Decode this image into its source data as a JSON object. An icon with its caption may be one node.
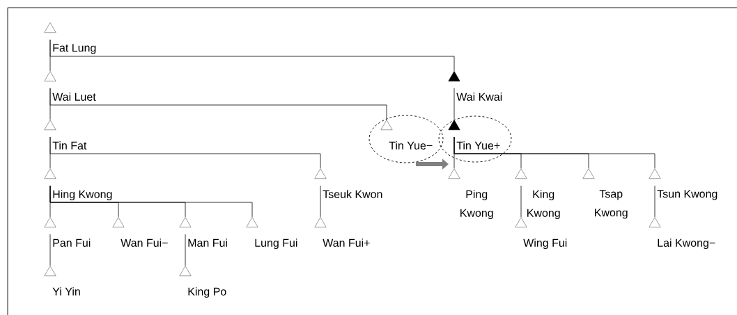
{
  "diagram": {
    "nodes": [
      {
        "text": [
          "Fat Lung"
        ]
      },
      {
        "text": [
          "Wai Luet"
        ]
      },
      {
        "text": [
          "Wai Kwai"
        ]
      },
      {
        "text": [
          "Tin Fat"
        ]
      },
      {
        "text": [],
        "shape": "ellipse"
      },
      {
        "text": [
          "Tin Yue−"
        ],
        "in": 4
      },
      {
        "text": [],
        "shape": "ellipse"
      },
      {
        "text": [
          "Tin Yue+"
        ],
        "in": 6
      },
      {
        "text": [
          "Hing Kwong"
        ]
      },
      {
        "text": [
          "Tseuk Kwon"
        ]
      },
      {
        "text": [
          "Ping Kwong"
        ]
      },
      {
        "text": [
          "King Kwong"
        ]
      },
      {
        "text": [
          "Tsap Kwong"
        ]
      },
      {
        "text": [
          "Tsun Kwong"
        ]
      },
      {
        "text": [
          "Pan Fui"
        ]
      },
      {
        "text": [
          "Wan Fui−"
        ]
      },
      {
        "text": [
          "Man Fui"
        ]
      },
      {
        "text": [
          "Lung Fui"
        ]
      },
      {
        "text": [
          "Wan Fui+"
        ]
      },
      {
        "text": [
          "Wing Fui"
        ]
      },
      {
        "text": [
          "Lai Kwong−"
        ]
      },
      {
        "text": [
          "Yi Yin"
        ]
      },
      {
        "text": [
          "King Po"
        ]
      }
    ],
    "edges": [
      {
        "from": 0,
        "to": 1,
        "arrow": "none"
      },
      {
        "from": 0,
        "to": 2,
        "arrow": "none"
      },
      {
        "from": 1,
        "to": 3,
        "arrow": "none"
      },
      {
        "from": 1,
        "to": 5,
        "arrow": "none"
      },
      {
        "from": 2,
        "to": 7,
        "arrow": "none"
      },
      {
        "from": 3,
        "to": 8,
        "arrow": "none"
      },
      {
        "from": 3,
        "to": 9,
        "arrow": "none"
      },
      {
        "from": 7,
        "to": 10,
        "arrow": "none"
      },
      {
        "from": 7,
        "to": 11,
        "arrow": "none"
      },
      {
        "from": 7,
        "to": 12,
        "arrow": "none"
      },
      {
        "from": 7,
        "to": 13,
        "arrow": "none"
      },
      {
        "from": 8,
        "to": 14,
        "arrow": "none"
      },
      {
        "from": 8,
        "to": 15,
        "arrow": "none"
      },
      {
        "from": 8,
        "to": 16,
        "arrow": "none"
      },
      {
        "from": 8,
        "to": 17,
        "arrow": "none"
      },
      {
        "from": 9,
        "to": 18,
        "arrow": "none"
      },
      {
        "from": 11,
        "to": 19,
        "arrow": "none"
      },
      {
        "from": 13,
        "to": 20,
        "arrow": "none"
      },
      {
        "from": 14,
        "to": 21,
        "arrow": "none"
      },
      {
        "from": 16,
        "to": 22,
        "arrow": "none"
      },
      {
        "from": 4,
        "to": 6,
        "arrow": "to",
        "style": "thick",
        "color": "#808080"
      }
    ]
  }
}
